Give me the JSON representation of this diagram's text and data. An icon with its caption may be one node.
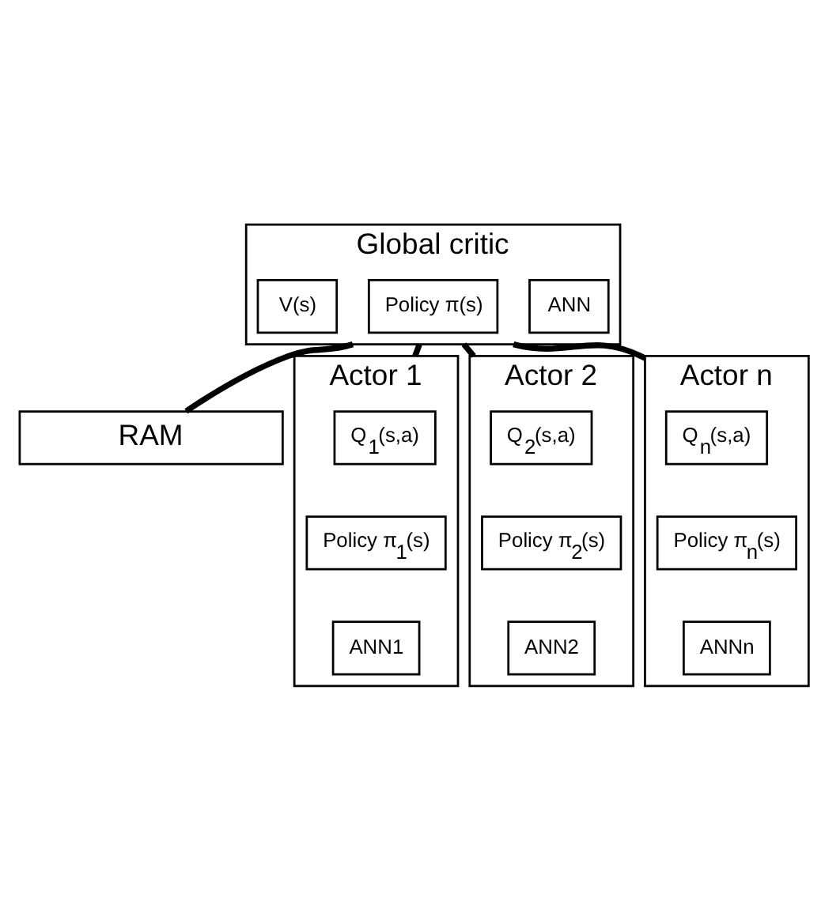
{
  "diagram": {
    "nodes": [
      {
        "text": [
          "Global critic"
        ]
      },
      {
        "text": [
          "ANN"
        ],
        "in": 0
      },
      {
        "text": [
          "Policy π(s)"
        ],
        "in": 0
      },
      {
        "text": [
          "V(s)"
        ],
        "in": 0
      },
      {
        "text": [
          "RAM"
        ]
      },
      {
        "text": [
          "Actor 1"
        ]
      },
      {
        "text": [
          "Q$_{1}$(s,a)"
        ],
        "in": 5
      },
      {
        "text": [
          "Policy π$_{1}$(s)"
        ],
        "in": 5
      },
      {
        "text": [
          "ANN1"
        ],
        "in": 5
      },
      {
        "text": [
          "Actor 2"
        ]
      },
      {
        "text": [
          "Q$_{2}$(s,a)"
        ],
        "in": 9
      },
      {
        "text": [
          "Policy π$_{2}$(s)"
        ],
        "in": 9
      },
      {
        "text": [
          "ANN2"
        ],
        "in": 9
      },
      {
        "text": [
          "Actor n"
        ]
      },
      {
        "text": [
          "Q$_{n}$(s,a)"
        ],
        "in": 13
      },
      {
        "text": [
          "Policy π$_{n}$(s)"
        ],
        "in": 13
      },
      {
        "text": [
          "ANNn"
        ],
        "in": 13
      }
    ],
    "edges": [
      {
        "from": 0,
        "to": 4,
        "arrow": "none"
      },
      {
        "from": 0,
        "to": 5,
        "arrow": "none"
      },
      {
        "from": 0,
        "to": 9,
        "arrow": "none"
      },
      {
        "from": 0,
        "to": 13,
        "arrow": "none"
      }
    ]
  }
}
